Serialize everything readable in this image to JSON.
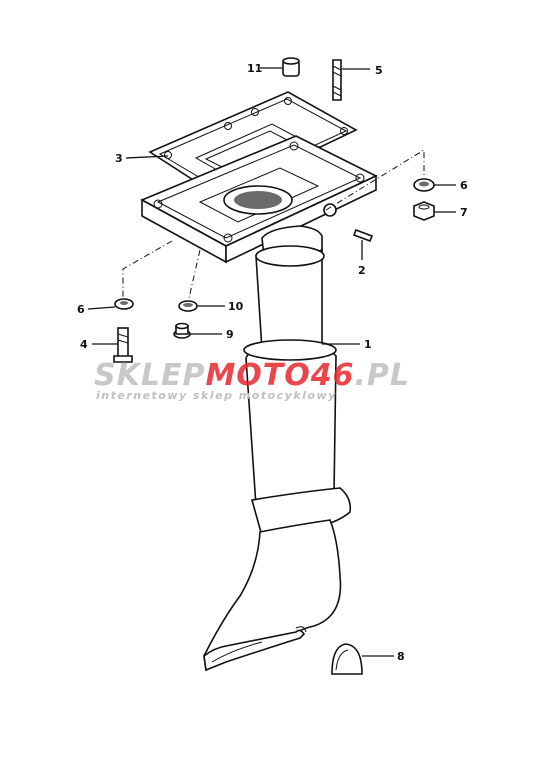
{
  "callouts": {
    "p1": "1",
    "p2": "2",
    "p3": "3",
    "p4": "4",
    "p5": "5",
    "p6a": "6",
    "p6b": "6",
    "p7": "7",
    "p8": "8",
    "p9": "9",
    "p10": "10",
    "p11": "11"
  },
  "watermark": {
    "brand_a": "SKLEP",
    "brand_b": "MOTO",
    "brand_c": "46",
    "brand_d": ".PL",
    "tagline": "internetowy sklep motocyklowy",
    "colors": {
      "gray": "#c8c8c8",
      "red": "#e8262c"
    }
  }
}
